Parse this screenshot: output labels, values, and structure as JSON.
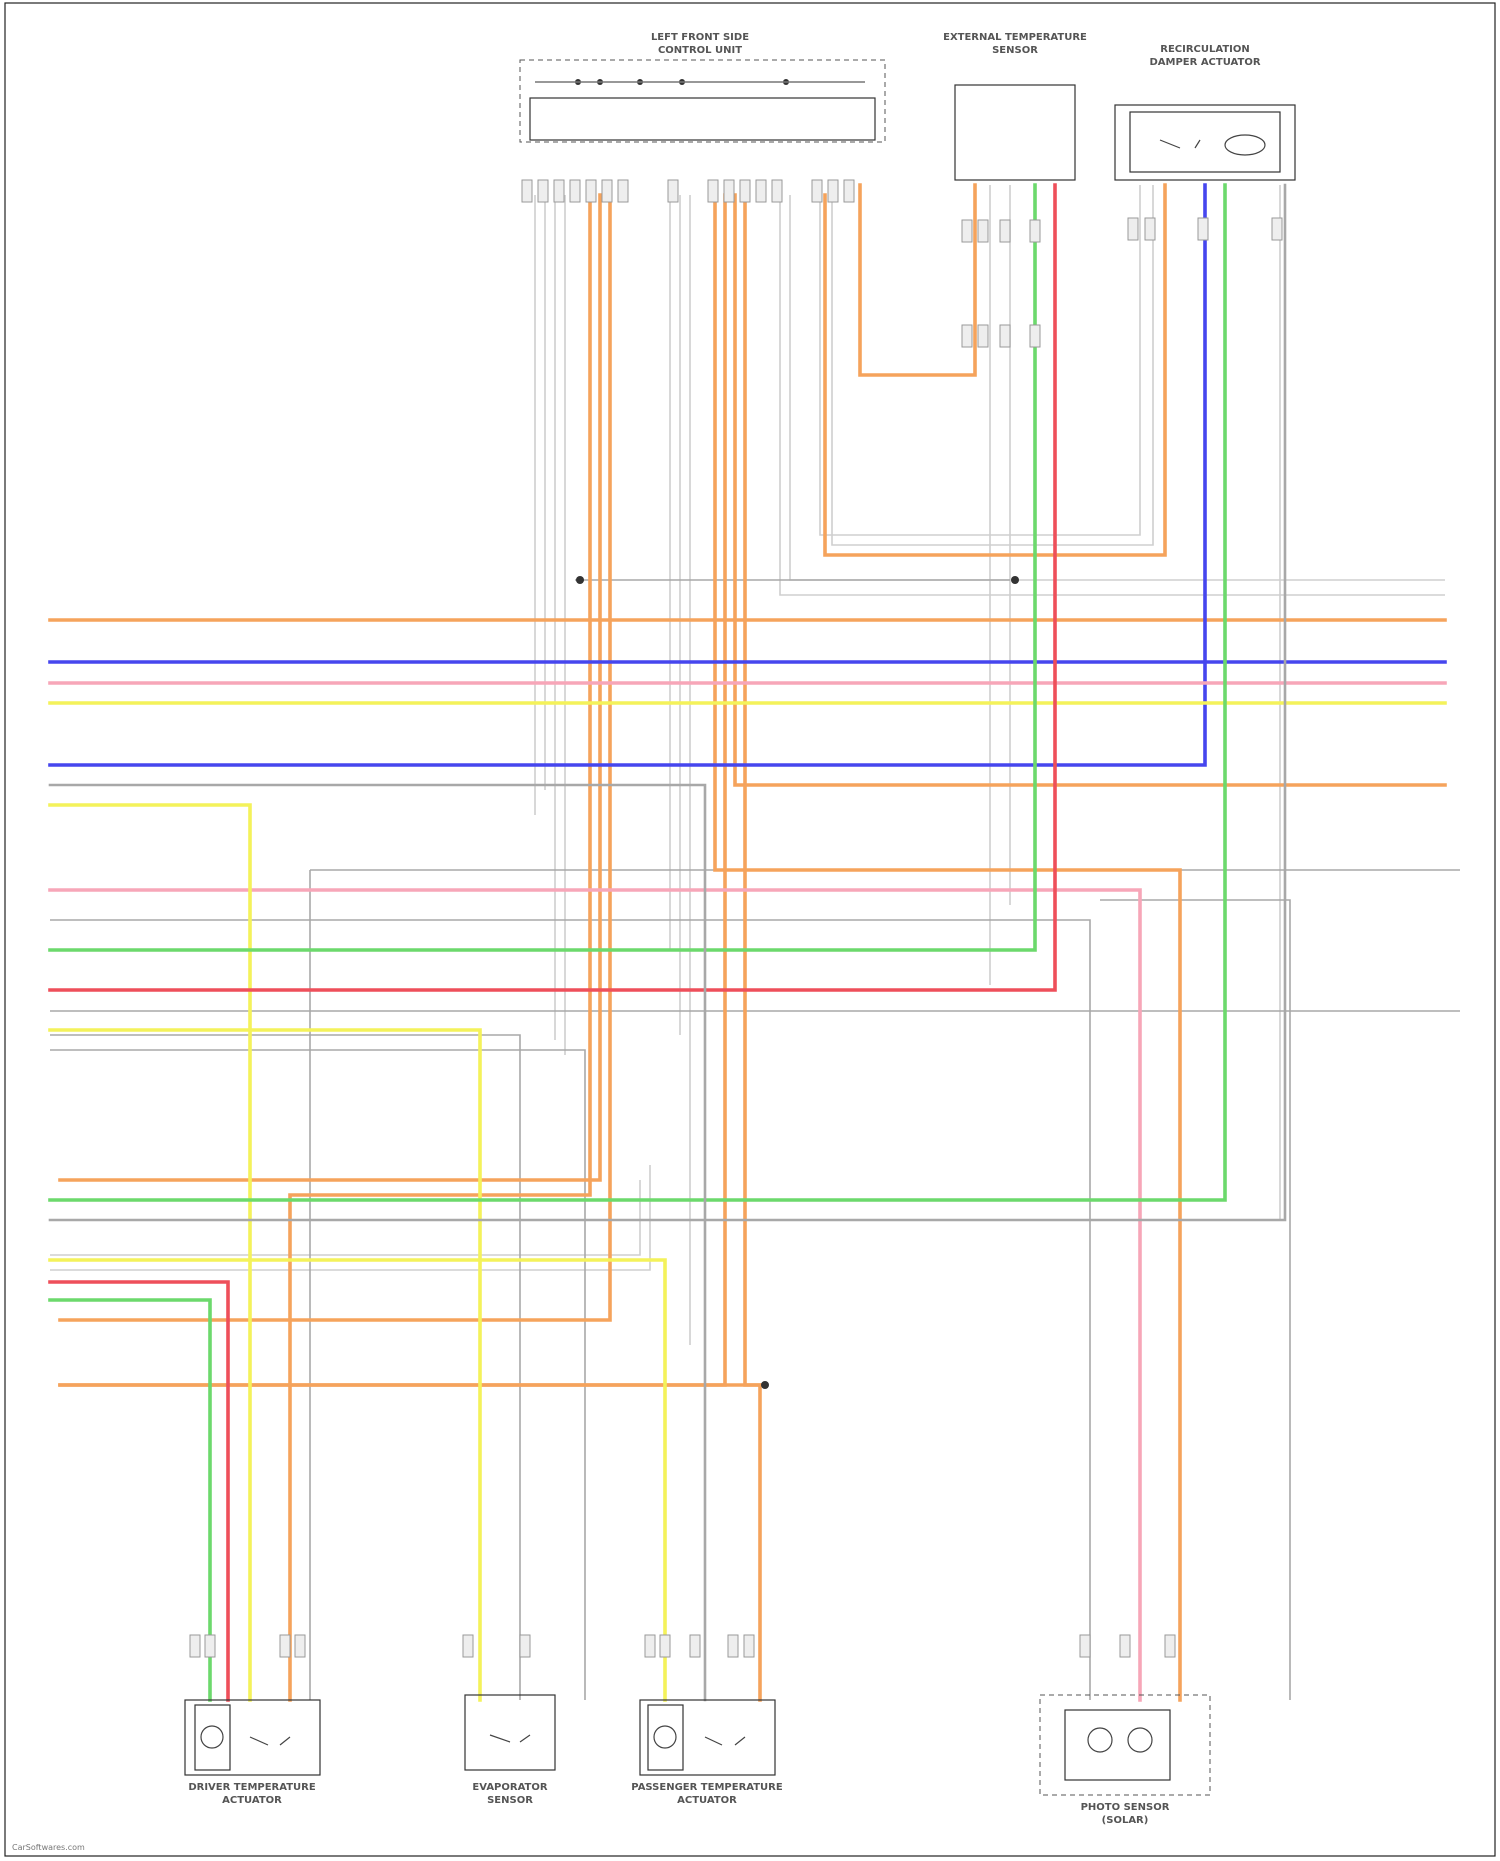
{
  "footer": {
    "brand": "CarSoftwares.com"
  },
  "components": {
    "top_left": [
      "LEFT FRONT SIDE",
      "CONTROL UNIT"
    ],
    "top_mid": [
      "EXTERNAL TEMPERATURE",
      "SENSOR"
    ],
    "top_right": [
      "RECIRCULATION",
      "DAMPER ACTUATOR"
    ],
    "bottom_1": [
      "DRIVER TEMPERATURE",
      "ACTUATOR"
    ],
    "bottom_2": [
      "EVAPORATOR",
      "SENSOR"
    ],
    "bottom_3": [
      "PASSENGER TEMPERATURE",
      "ACTUATOR"
    ],
    "bottom_4": [
      "PHOTO SENSOR",
      "(SOLAR)"
    ]
  },
  "colors": {
    "orange": "#f5a35c",
    "blue": "#4646ee",
    "pink": "#f7a6b8",
    "yellow": "#f4f25a",
    "grey": "#a8a8a8",
    "green": "#6cd96c",
    "red": "#ee4f5a",
    "lightgrey": "#d4d4d4"
  }
}
